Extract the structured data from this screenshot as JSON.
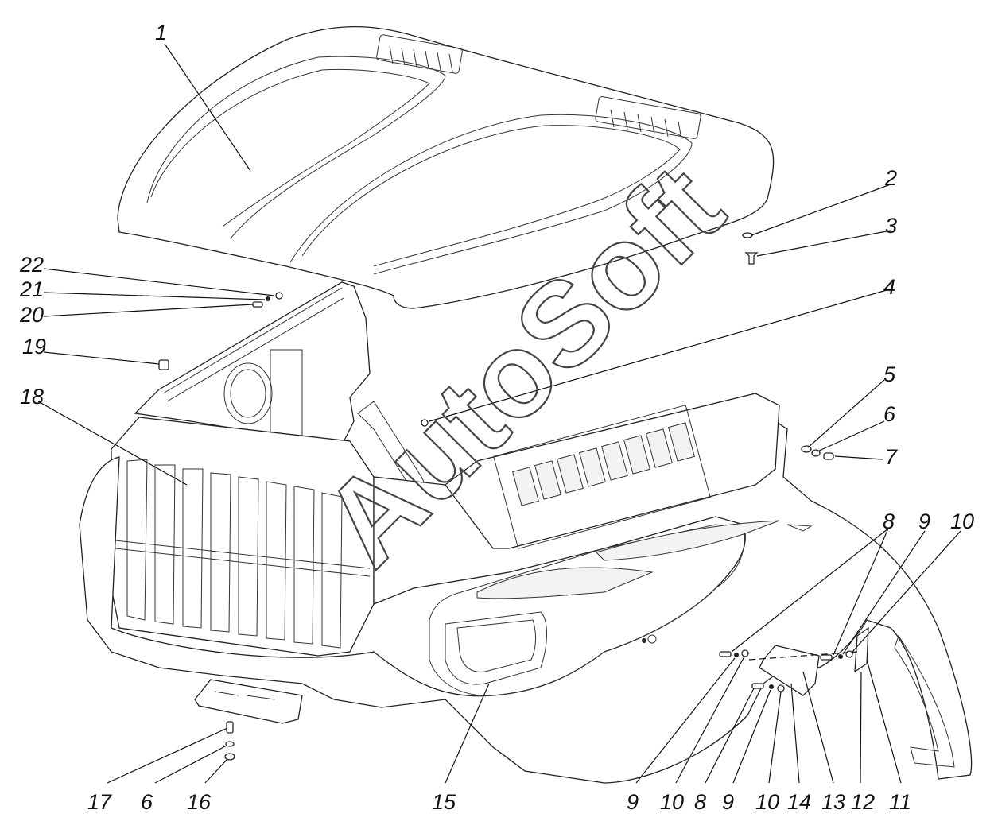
{
  "diagram": {
    "watermark": "AutoSoft",
    "callouts": [
      {
        "id": "c1",
        "text": "1"
      },
      {
        "id": "c2",
        "text": "2"
      },
      {
        "id": "c3",
        "text": "3"
      },
      {
        "id": "c4",
        "text": "4"
      },
      {
        "id": "c5",
        "text": "5"
      },
      {
        "id": "c6a",
        "text": "6"
      },
      {
        "id": "c7",
        "text": "7"
      },
      {
        "id": "c8a",
        "text": "8"
      },
      {
        "id": "c9a",
        "text": "9"
      },
      {
        "id": "c10a",
        "text": "10"
      },
      {
        "id": "c18",
        "text": "18"
      },
      {
        "id": "c19",
        "text": "19"
      },
      {
        "id": "c20",
        "text": "20"
      },
      {
        "id": "c21",
        "text": "21"
      },
      {
        "id": "c22",
        "text": "22"
      },
      {
        "id": "c17",
        "text": "17"
      },
      {
        "id": "c6b",
        "text": "6"
      },
      {
        "id": "c16",
        "text": "16"
      },
      {
        "id": "c15",
        "text": "15"
      },
      {
        "id": "c9b",
        "text": "9"
      },
      {
        "id": "c10b",
        "text": "10"
      },
      {
        "id": "c8b",
        "text": "8"
      },
      {
        "id": "c9c",
        "text": "9"
      },
      {
        "id": "c10c",
        "text": "10"
      },
      {
        "id": "c14",
        "text": "14"
      },
      {
        "id": "c13",
        "text": "13"
      },
      {
        "id": "c12",
        "text": "12"
      },
      {
        "id": "c11",
        "text": "11"
      }
    ]
  }
}
